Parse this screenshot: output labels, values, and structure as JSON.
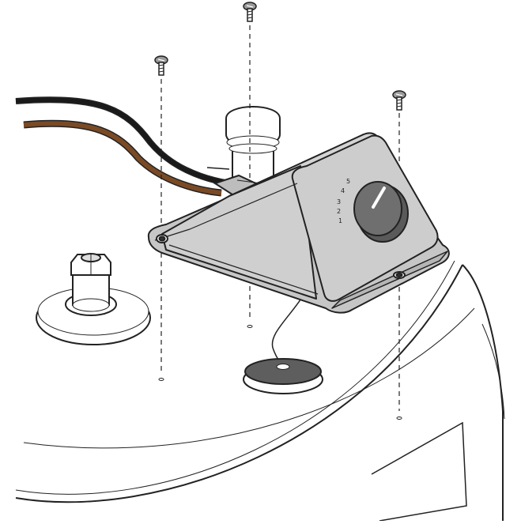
{
  "diagram": {
    "type": "exploded-assembly",
    "parts": [
      "water-heater-top",
      "thermostat-housing",
      "temperature-dial",
      "pilot-cap",
      "pipe-fitting",
      "power-cable-black",
      "power-cable-brown",
      "sensor-probe",
      "mounting-screw",
      "mounting-screw",
      "mounting-screw"
    ],
    "dial_scale": [
      "1",
      "2",
      "3",
      "4",
      "5"
    ]
  },
  "colors": {
    "outline": "#222222",
    "housing_fill": "#cfcfcf",
    "housing_shade": "#b9b9b9",
    "dial_fill": "#6f6f6f",
    "cable_black": "#1a1a1a",
    "cable_brown": "#7a4a25",
    "probe_disc": "#5e5e5e",
    "background": "#ffffff"
  }
}
